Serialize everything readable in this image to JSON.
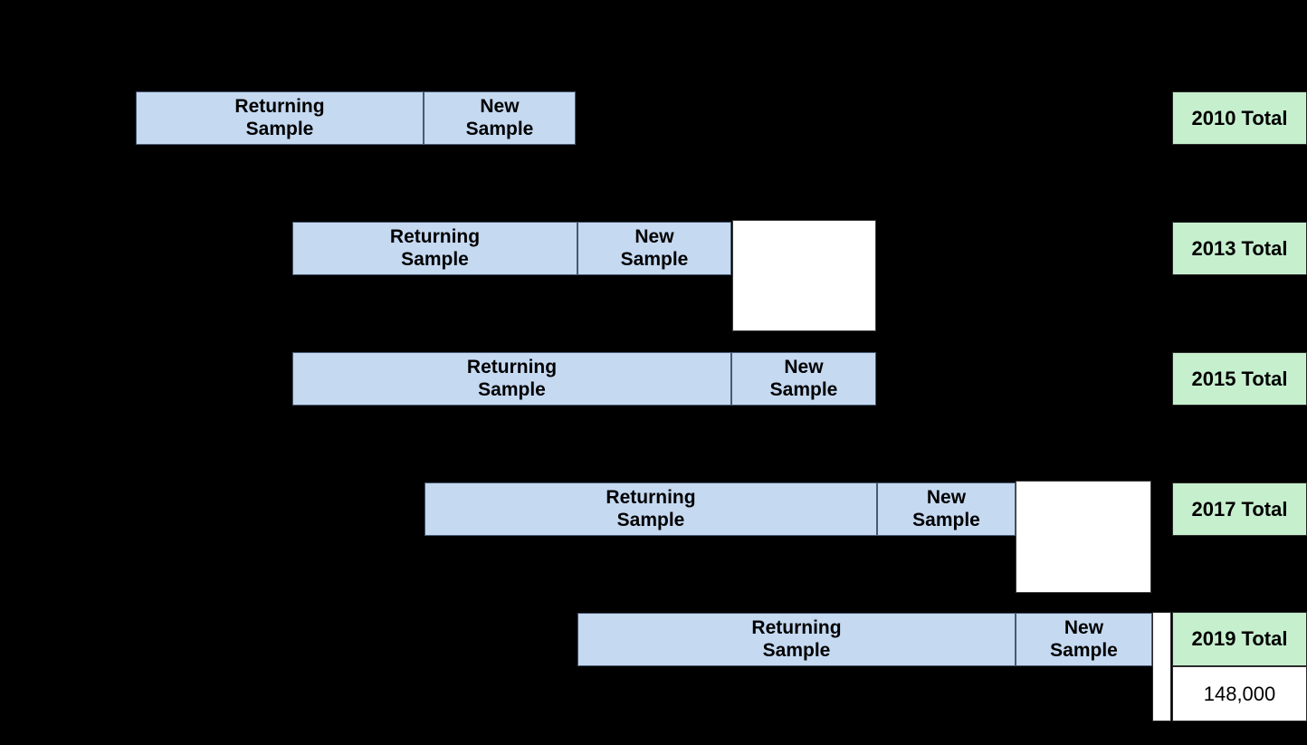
{
  "figure": {
    "background_color": "#000000",
    "segment_color": "#c5d9f1",
    "total_color": "#c6efce",
    "blank_color": "#ffffff",
    "label_returning": "Returning\nSample",
    "label_new": "New\nSample"
  },
  "rows": [
    {
      "year_label": "2010 Total",
      "returning_label": "Returning\nSample",
      "new_label": "New\nSample",
      "value_label": ""
    },
    {
      "year_label": "2013 Total",
      "returning_label": "Returning\nSample",
      "new_label": "New\nSample",
      "value_label": ""
    },
    {
      "year_label": "2015 Total",
      "returning_label": "Returning\nSample",
      "new_label": "New\nSample",
      "value_label": ""
    },
    {
      "year_label": "2017 Total",
      "returning_label": "Returning\nSample",
      "new_label": "New\nSample",
      "value_label": ""
    },
    {
      "year_label": "2019 Total",
      "returning_label": "Returning\nSample",
      "new_label": "New\nSample",
      "value_label": "148,000"
    }
  ],
  "chart_data": {
    "type": "bar",
    "orientation": "horizontal",
    "title": "",
    "xlabel": "",
    "ylabel": "",
    "grid": false,
    "legend": "none",
    "categories": [
      "2010",
      "2013",
      "2015",
      "2017",
      "2019"
    ],
    "series": [
      {
        "name": "Returning Sample",
        "color": "#c5d9f1",
        "values": [
          null,
          null,
          null,
          null,
          null
        ]
      },
      {
        "name": "New Sample",
        "color": "#c5d9f1",
        "values": [
          null,
          null,
          null,
          null,
          null
        ]
      }
    ],
    "totals": [
      {
        "category": "2010",
        "label": "2010 Total",
        "value": null
      },
      {
        "category": "2013",
        "label": "2013 Total",
        "value": null
      },
      {
        "category": "2015",
        "label": "2015 Total",
        "value": null
      },
      {
        "category": "2017",
        "label": "2017 Total",
        "value": null
      },
      {
        "category": "2019",
        "label": "2019 Total",
        "value": 148000
      }
    ],
    "annotations": [
      "148,000"
    ]
  }
}
